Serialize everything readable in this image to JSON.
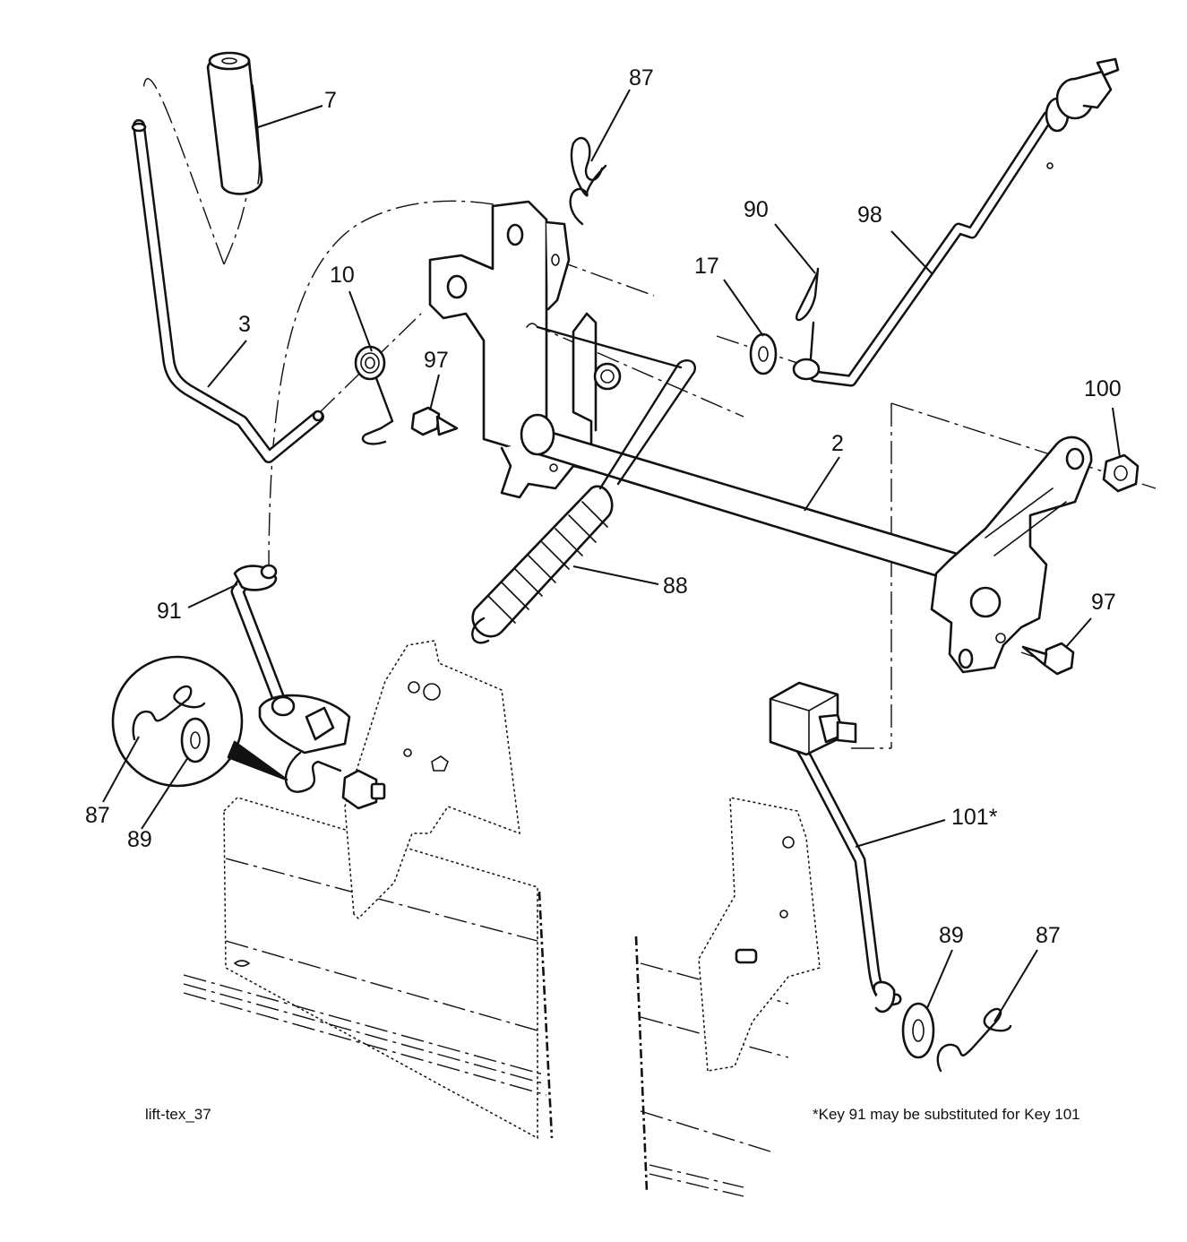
{
  "diagram": {
    "labels": {
      "handle_grip": "7",
      "clip_top": "87",
      "lift_lever": "3",
      "spring_torsion": "10",
      "bolt_left": "97",
      "washer": "17",
      "clip_right": "90",
      "adjust_rod": "98",
      "nut": "100",
      "lift_shaft": "2",
      "bolt_right": "97",
      "spring_extension": "88",
      "link_rod": "91",
      "detail_clip": "87",
      "detail_washer": "89",
      "rod_alternate": "101*",
      "washer_right": "89",
      "clip_bottom_right": "87"
    },
    "caption_left": "lift-tex_37",
    "caption_right": "*Key 91 may be substituted for Key 101"
  }
}
